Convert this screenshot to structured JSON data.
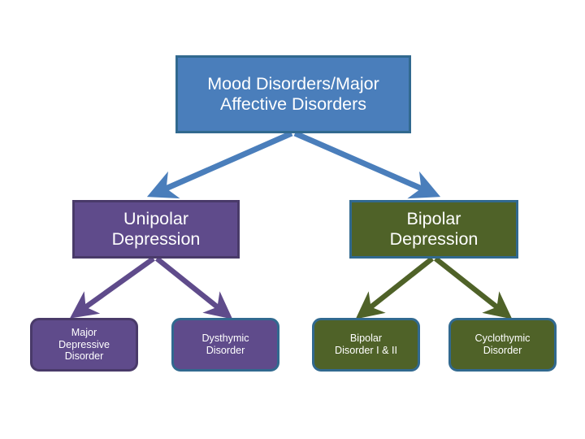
{
  "diagram": {
    "title": "Mood Disorders/Major Affective Disorders hierarchy",
    "background_color": "#FFFFFF",
    "colors": {
      "root_fill": "#4A7EBB",
      "root_border": "#31698F",
      "unipolar_fill": "#5F4B8B",
      "unipolar_border": "#493A69",
      "bipolar_fill": "#4F6228",
      "bipolar_border": "#31698F",
      "blue_arrow": "#4A7EBB",
      "purple_arrow": "#5F4B8B",
      "green_arrow": "#4F6228",
      "text": "#FFFFFF"
    },
    "nodes": {
      "root": {
        "label": "Mood Disorders/Major\nAffective Disorders",
        "level": 1
      },
      "unipolar": {
        "label": "Unipolar\nDepression",
        "level": 2
      },
      "bipolar": {
        "label": "Bipolar\nDepression",
        "level": 2
      },
      "major_depressive_disorder": {
        "label": "Major\nDepressive\nDisorder",
        "level": 3
      },
      "dysthymic_disorder": {
        "label": "Dysthymic\nDisorder",
        "level": 3
      },
      "bipolar_disorder_i_ii": {
        "label": "Bipolar\nDisorder I & II",
        "level": 3
      },
      "cyclothymic_disorder": {
        "label": "Cyclothymic\nDisorder",
        "level": 3
      }
    },
    "edges": [
      {
        "from": "root",
        "to": "unipolar",
        "color": "#4A7EBB"
      },
      {
        "from": "root",
        "to": "bipolar",
        "color": "#4A7EBB"
      },
      {
        "from": "unipolar",
        "to": "major_depressive_disorder",
        "color": "#5F4B8B"
      },
      {
        "from": "unipolar",
        "to": "dysthymic_disorder",
        "color": "#5F4B8B"
      },
      {
        "from": "bipolar",
        "to": "bipolar_disorder_i_ii",
        "color": "#4F6228"
      },
      {
        "from": "bipolar",
        "to": "cyclothymic_disorder",
        "color": "#4F6228"
      }
    ]
  }
}
